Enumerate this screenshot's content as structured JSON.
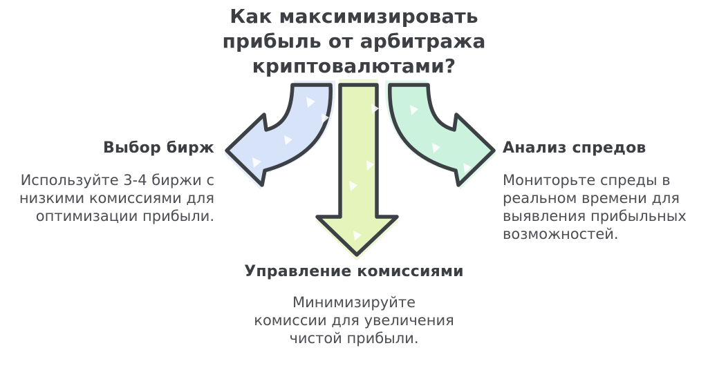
{
  "title": {
    "lines": [
      "Как максимизировать",
      "прибыль от арбитража",
      "криптовалютами?"
    ]
  },
  "branches": {
    "left": {
      "heading": "Выбор бирж",
      "body_lines": [
        "Используйте 3-4 биржи с",
        "низкими комиссиями для",
        "оптимизации прибыли."
      ],
      "arrow_direction": "curved-left",
      "arrow_color": "#d7e3f8"
    },
    "bottom": {
      "heading": "Управление комиссиями",
      "body_lines": [
        "Минимизируйте",
        "комиссии для увеличения",
        "чистой прибыли."
      ],
      "arrow_direction": "straight-down",
      "arrow_color": "#e5f4ba"
    },
    "right": {
      "heading": "Анализ спредов",
      "body_lines": [
        "Мониторьте спреды в",
        "реальном времени для",
        "выявления прибыльных",
        "возможностей."
      ],
      "arrow_direction": "curved-right",
      "arrow_color": "#cbf2dd"
    }
  },
  "colors": {
    "background": "#ffffff",
    "outline": "#3d4045",
    "title_text": "#3c3f44",
    "heading_text": "#3b3e43",
    "body_text": "#4b4e53"
  }
}
